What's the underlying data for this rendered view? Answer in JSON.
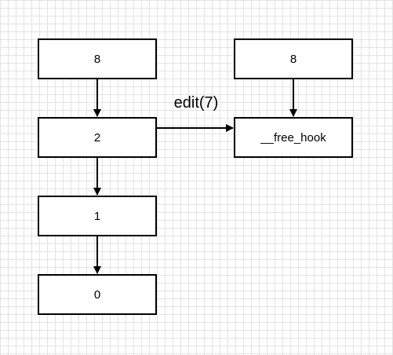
{
  "diagram": {
    "left_chain": [
      "8",
      "2",
      "1",
      "0"
    ],
    "right_chain": [
      "8",
      "__free_hook"
    ],
    "edge_label": "edit(7)"
  }
}
